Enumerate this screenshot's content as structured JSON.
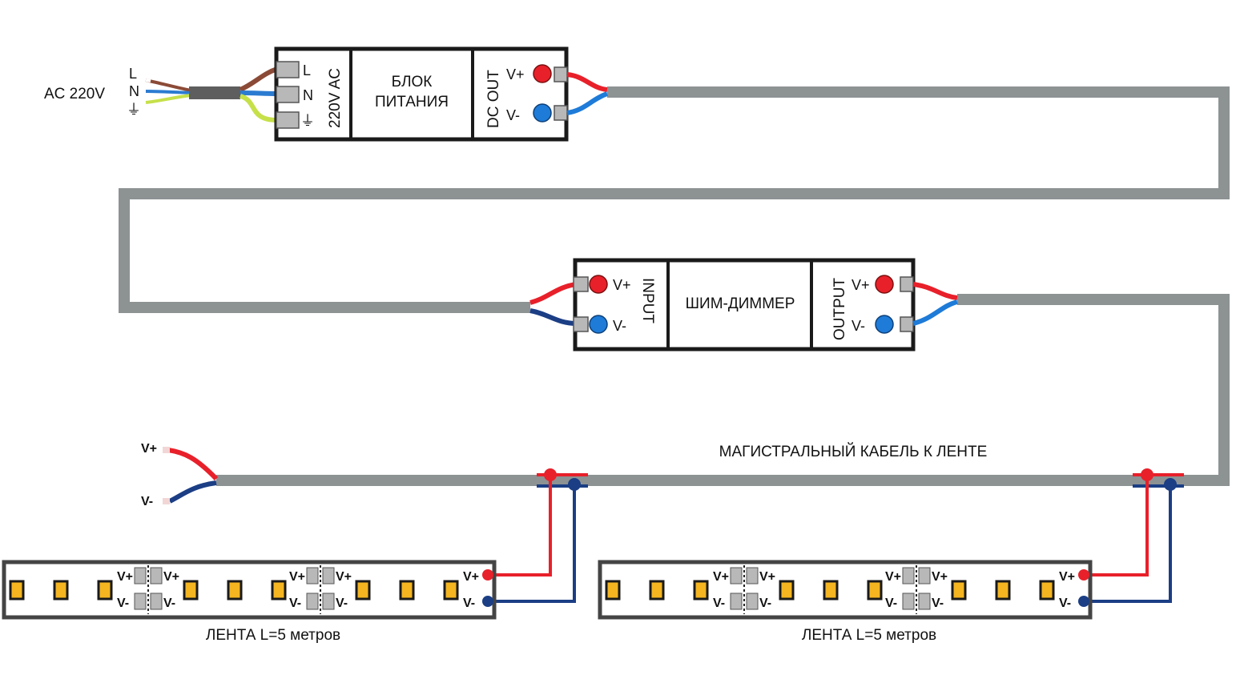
{
  "mains": {
    "label": "AC 220V",
    "wire_L": "L",
    "wire_N": "N",
    "ground_symbol": "⏚"
  },
  "power_supply": {
    "input_label": "220V AC",
    "term_L": "L",
    "term_N": "N",
    "term_ground": "⏚",
    "title_line1": "БЛОК",
    "title_line2": "ПИТАНИЯ",
    "output_label": "DC OUT",
    "out_plus": "V+",
    "out_minus": "V-"
  },
  "dimmer": {
    "input_label": "INPUT",
    "in_plus": "V+",
    "in_minus": "V-",
    "title": "ШИМ-ДИММЕР",
    "output_label": "OUTPUT",
    "out_plus": "V+",
    "out_minus": "V-"
  },
  "main_cable": {
    "label": "МАГИСТРАЛЬНЫЙ КАБЕЛЬ К ЛЕНТЕ",
    "end_plus": "V+",
    "end_minus": "V-"
  },
  "strips": [
    {
      "label": "ЛЕНТА L=5 метров",
      "plus": "V+",
      "minus": "V-"
    },
    {
      "label": "ЛЕНТА L=5 метров",
      "plus": "V+",
      "minus": "V-"
    }
  ],
  "colors": {
    "positive": "#e8202a",
    "negative_light": "#1e7bd8",
    "negative_dark": "#1b3e85",
    "cable": "#8d9293",
    "led": "#f4b520",
    "wire_L": "#8b4a36",
    "wire_N": "#2b7bd1",
    "wire_PE": "#c6e04a"
  }
}
